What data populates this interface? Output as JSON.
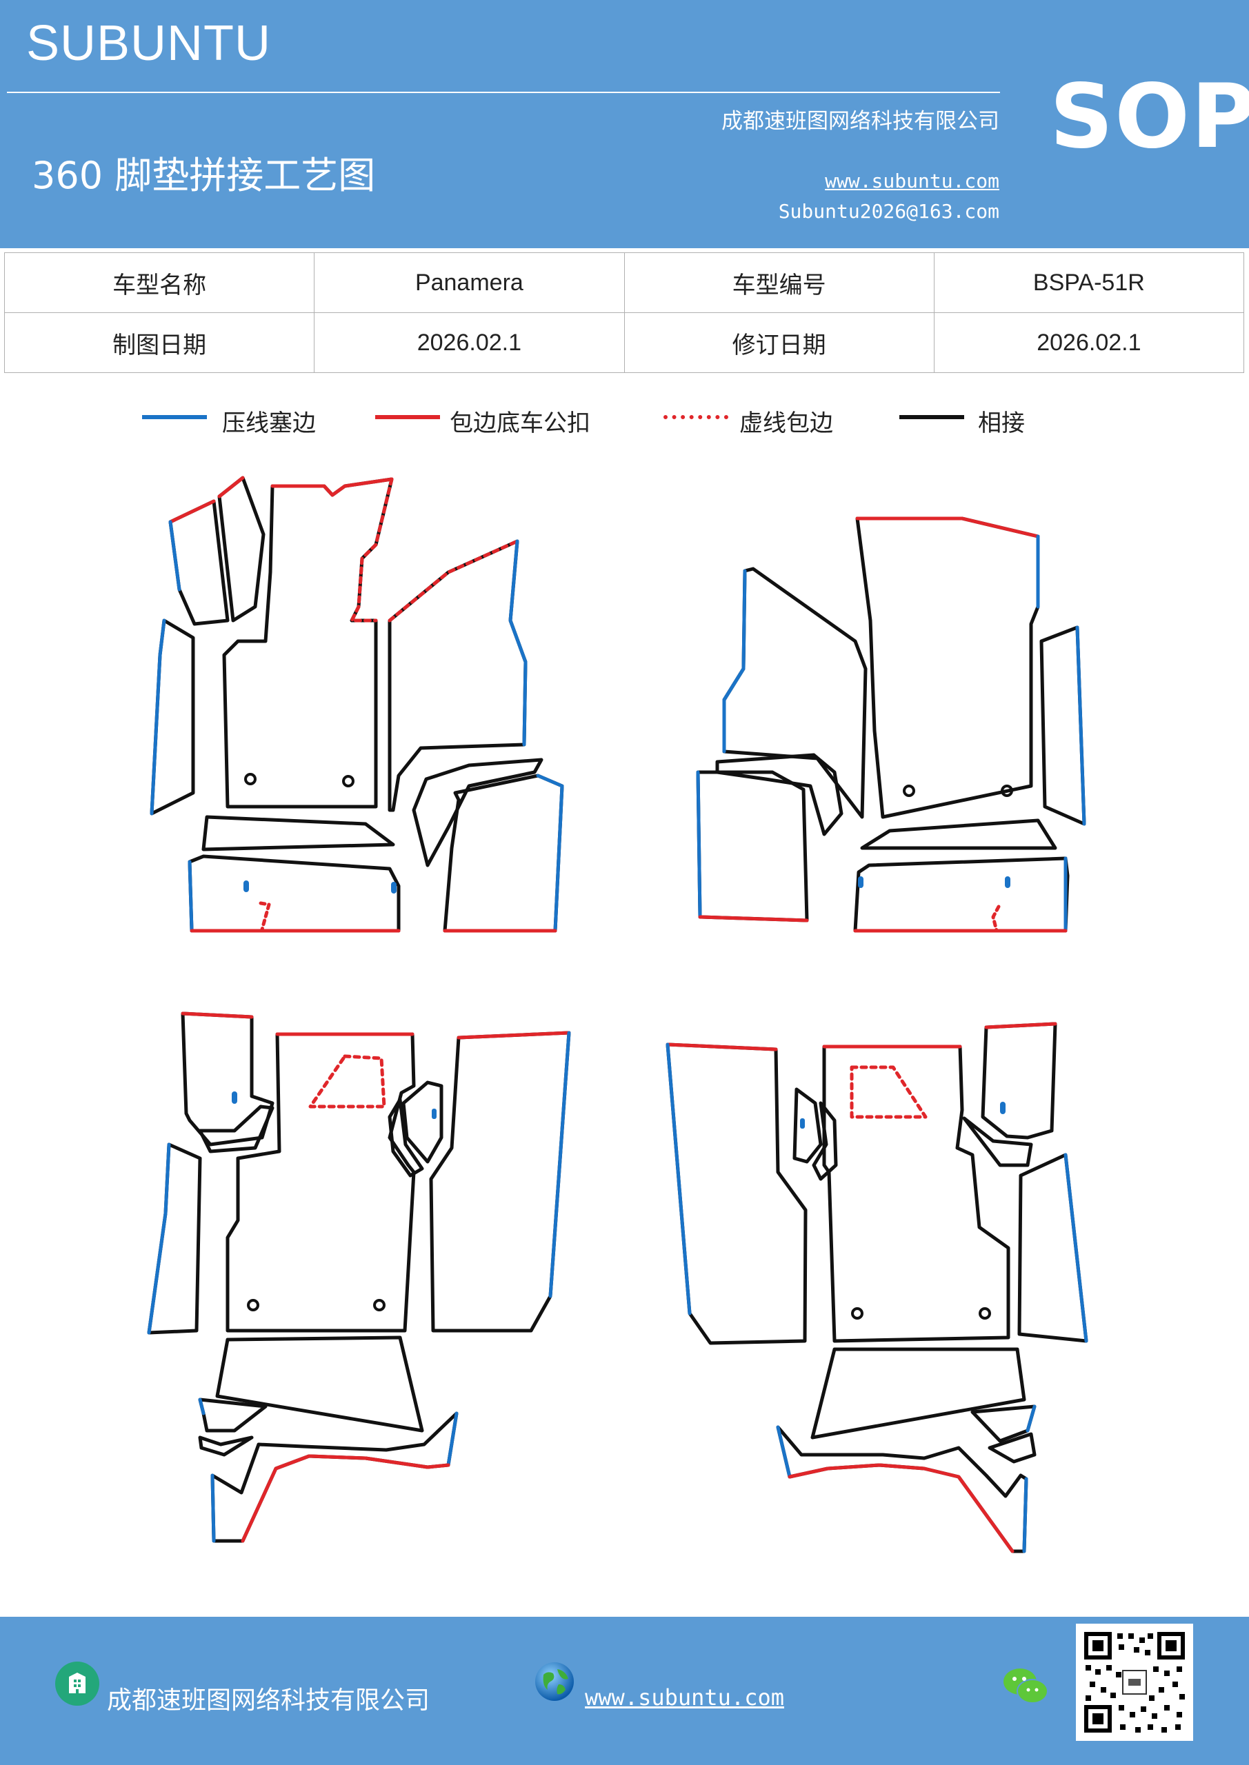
{
  "header": {
    "brand": "SUBUNTU",
    "company": "成都速班图网络科技有限公司",
    "title": "360 脚垫拼接工艺图",
    "website": "www.subuntu.com",
    "email": "Subuntu2026@163.com",
    "badge": "SOP",
    "bg_color": "#5b9bd5"
  },
  "info_table": {
    "rows": [
      [
        "车型名称",
        "Panamera",
        "车型编号",
        "BSPA-51R"
      ],
      [
        "制图日期",
        "2026.02.1",
        "修订日期",
        "2026.02.1"
      ]
    ]
  },
  "legend": [
    {
      "label": "压线塞边",
      "color": "#1a73c7",
      "style": "solid"
    },
    {
      "label": "包边底车公扣",
      "color": "#e0262a",
      "style": "solid"
    },
    {
      "label": "虚线包边",
      "color": "#e0262a",
      "style": "dotted"
    },
    {
      "label": "相接",
      "color": "#111111",
      "style": "solid"
    }
  ],
  "footer": {
    "company": "成都速班图网络科技有限公司",
    "website": "www.subuntu.com ",
    "icons": [
      "building-icon",
      "globe-icon",
      "wechat-icon",
      "qr-code"
    ]
  }
}
